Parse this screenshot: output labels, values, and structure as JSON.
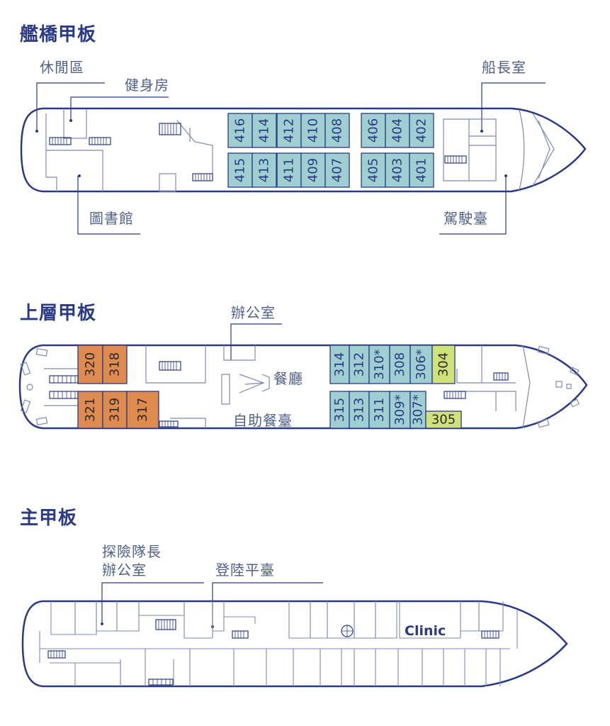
{
  "colors": {
    "hull": "#2b3a85",
    "room_stroke": "#7e89b3",
    "cabin_blue": "#9fcfd0",
    "cabin_orange": "#df8a4e",
    "cabin_yellow": "#cfe27a",
    "label_text": "#4f5f86",
    "title_text": "#2b3a85"
  },
  "bridge_deck": {
    "title": "艦橋甲板",
    "labels": {
      "lounge": "休閒區",
      "gym": "健身房",
      "library": "圖書館",
      "captain": "船長室",
      "wheelhouse": "駕駛臺"
    },
    "cabins_top": [
      "416",
      "414",
      "412",
      "410",
      "408",
      "406",
      "404",
      "402"
    ],
    "cabins_bottom": [
      "415",
      "413",
      "411",
      "409",
      "407",
      "405",
      "403",
      "401"
    ]
  },
  "upper_deck": {
    "title": "上層甲板",
    "labels": {
      "office": "辦公室",
      "restaurant": "餐廳",
      "buffet": "自助餐臺"
    },
    "cabins_top": [
      "320",
      "318",
      "314",
      "312",
      "310*",
      "308",
      "306*",
      "304"
    ],
    "cabins_bottom": [
      "321",
      "319",
      "317",
      "315",
      "313",
      "311",
      "309*",
      "307*",
      "305"
    ]
  },
  "main_deck": {
    "title": "主甲板",
    "labels": {
      "expedition_line1": "探險隊長",
      "expedition_line2": "辦公室",
      "landing": "登陸平臺",
      "clinic": "Clinic"
    }
  }
}
